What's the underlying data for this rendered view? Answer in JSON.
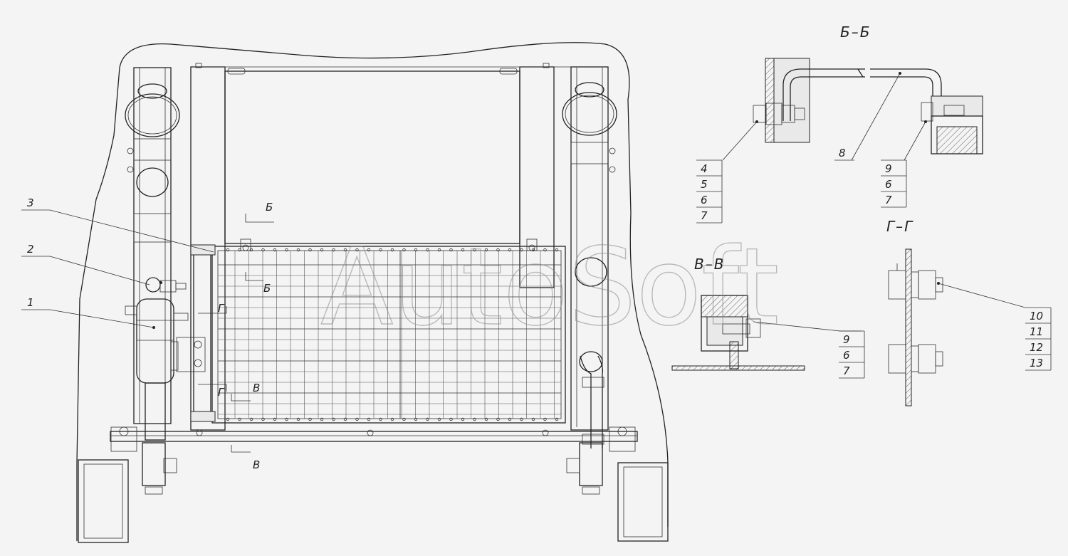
{
  "watermark": "AutoSoft",
  "callouts": {
    "c1": "1",
    "c2": "2",
    "c3": "3"
  },
  "section_marks": {
    "b_top": "Б",
    "b_bottom": "Б",
    "v_top": "В",
    "v_bottom": "В",
    "g_top": "Г",
    "g_bottom": "Г"
  },
  "views": {
    "bb": {
      "title": "Б–Б",
      "tables": [
        {
          "rows": [
            "4",
            "5",
            "6",
            "7"
          ]
        },
        {
          "rows": [
            "9",
            "6",
            "7"
          ]
        }
      ],
      "pipe_label": "8"
    },
    "vv": {
      "title": "В–В",
      "tables": [
        {
          "rows": [
            "9",
            "6",
            "7"
          ]
        }
      ]
    },
    "gg": {
      "title": "Г–Г",
      "tables": [
        {
          "rows": [
            "10",
            "11",
            "12",
            "13"
          ]
        }
      ]
    }
  },
  "colors": {
    "line": "#222222",
    "background": "#f4f4f4",
    "watermark": "#8a8a8a"
  }
}
